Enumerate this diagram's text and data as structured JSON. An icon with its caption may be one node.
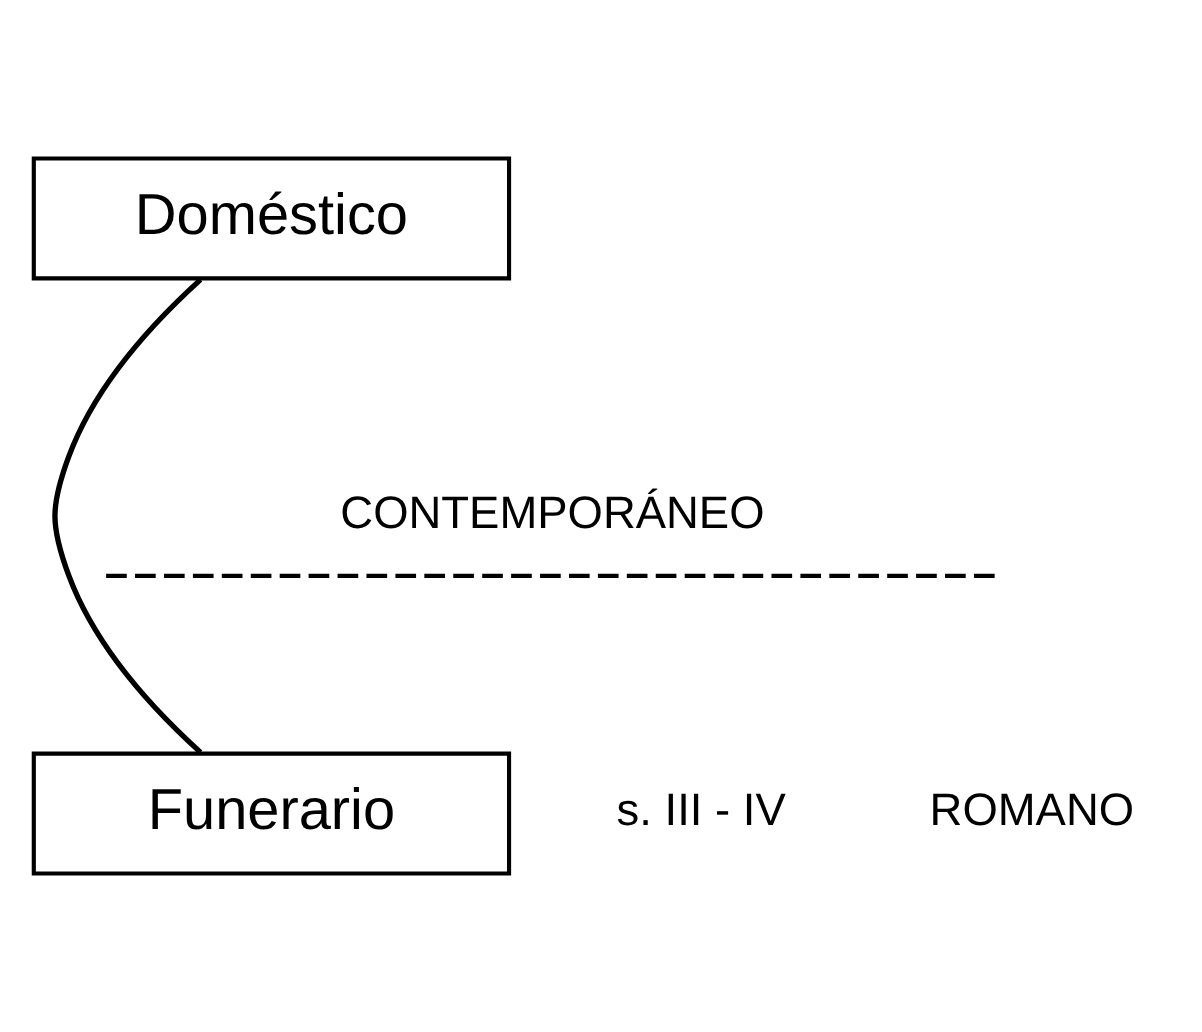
{
  "diagram": {
    "nodes": [
      {
        "text": [
          "Doméstico"
        ]
      },
      {
        "text": [
          "Funerario"
        ]
      }
    ],
    "edges": [
      {
        "from": 0,
        "to": 1,
        "arrow": "none"
      }
    ],
    "labels": [
      "CONTEMPORÁNEO",
      "s. III - IV",
      "ROMANO"
    ]
  }
}
